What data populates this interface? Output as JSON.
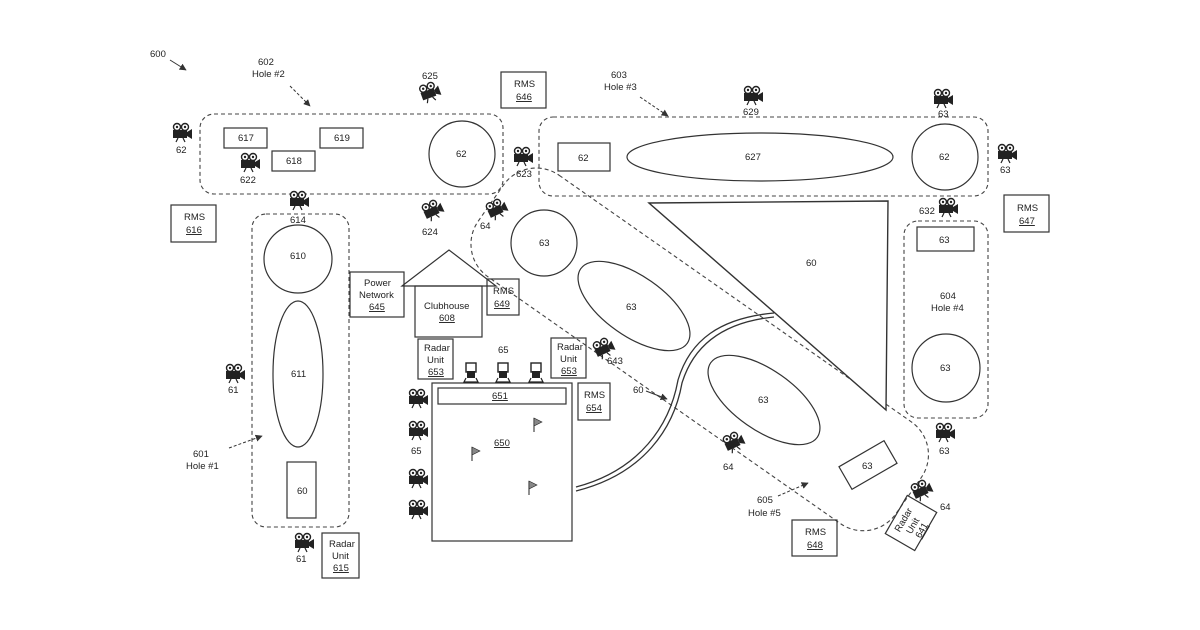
{
  "figure": {
    "number": "600",
    "holes": [
      {
        "number": "601",
        "label": "Hole #1"
      },
      {
        "number": "602",
        "label": "Hole #2"
      },
      {
        "number": "603",
        "label": "Hole #3"
      },
      {
        "number": "604",
        "label": "Hole #4"
      },
      {
        "number": "605",
        "label": "Hole #5"
      }
    ],
    "clubhouse": {
      "label": "Clubhouse",
      "number": "608"
    },
    "power_network": {
      "line1": "Power",
      "line2": "Network",
      "number": "645"
    },
    "rms_units": [
      "616",
      "646",
      "647",
      "648",
      "649",
      "654"
    ],
    "rms_label": "RMS",
    "radar": {
      "line1": "Radar",
      "line2": "Unit",
      "units": [
        "615",
        "653",
        "641"
      ]
    },
    "range": {
      "number": "650",
      "bay": "651",
      "camera_group": "65"
    },
    "cart_path": "60",
    "green": "62",
    "fairway": "63",
    "hole1_parts": {
      "green": "610",
      "fairway": "611",
      "tee": "60"
    },
    "hole2_boxes": [
      "617",
      "618",
      "619"
    ],
    "hole3_fairway": "627",
    "water_area": "60",
    "cameras": {
      "c61a": "61",
      "c61b": "61",
      "c62": "62",
      "c63a": "63",
      "c63b": "63",
      "c63c": "63",
      "c64a": "64",
      "c64b": "64",
      "c64c": "64",
      "c614": "614",
      "c622": "622",
      "c623": "623",
      "c624": "624",
      "c625": "625",
      "c629": "629",
      "c632": "632",
      "c643": "643"
    }
  }
}
